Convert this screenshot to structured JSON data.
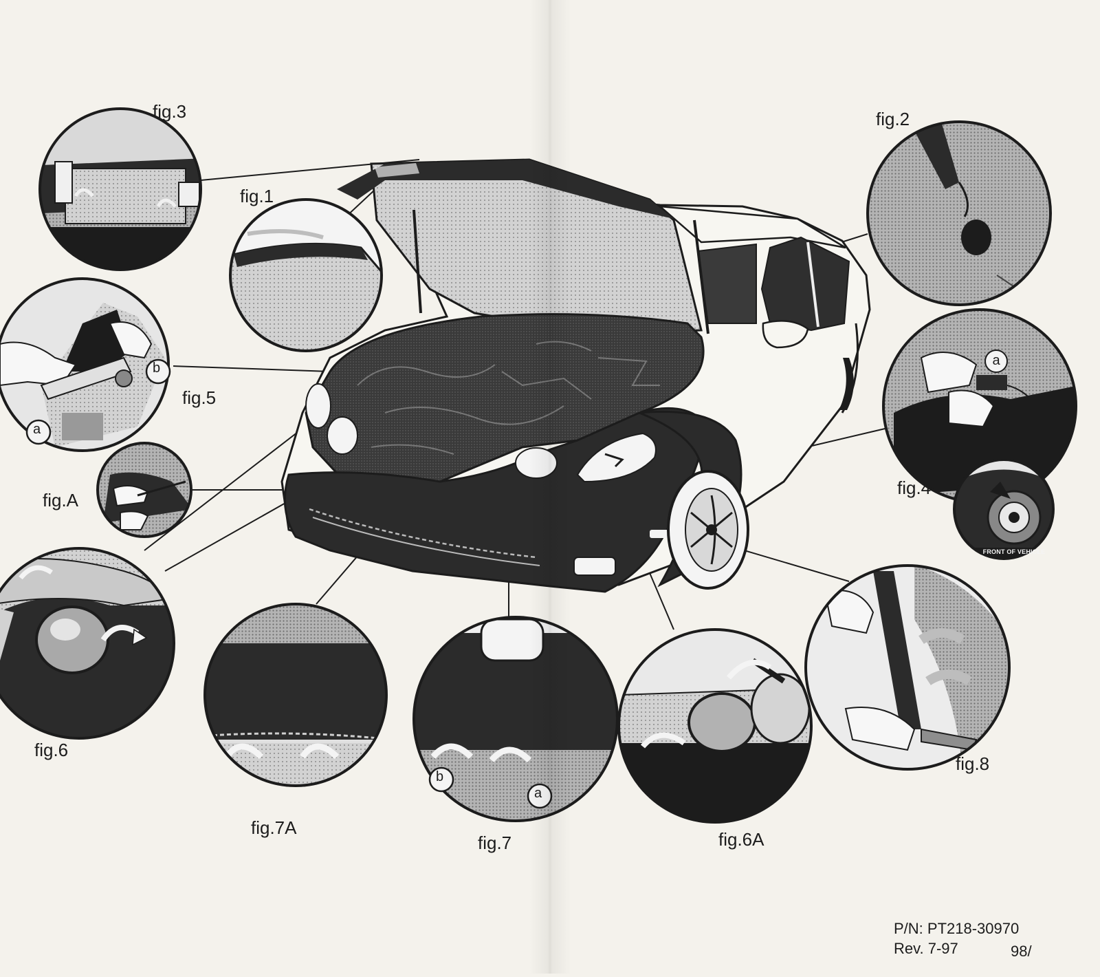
{
  "figures": {
    "fig1": "fig.1",
    "fig2": "fig.2",
    "fig3": "fig.3",
    "fig4": "fig.4",
    "fig5": "fig.5",
    "figA": "fig.A",
    "fig6": "fig.6",
    "fig6A": "fig.6A",
    "fig7": "fig.7",
    "fig7A": "fig.7A",
    "fig8": "fig.8"
  },
  "callouts": {
    "a": "a",
    "b": "b"
  },
  "inset_text": {
    "front_of_vehicle": "FRONT OF VEHICLE"
  },
  "footer": {
    "part_number": "P/N: PT218-30970",
    "revision": "Rev. 7-97",
    "page_mark": "98/"
  },
  "colors": {
    "paper": "#f4f2ec",
    "ink": "#1c1c1c",
    "cover": "#2b2b2b",
    "halftone": "#9a9a9a"
  }
}
